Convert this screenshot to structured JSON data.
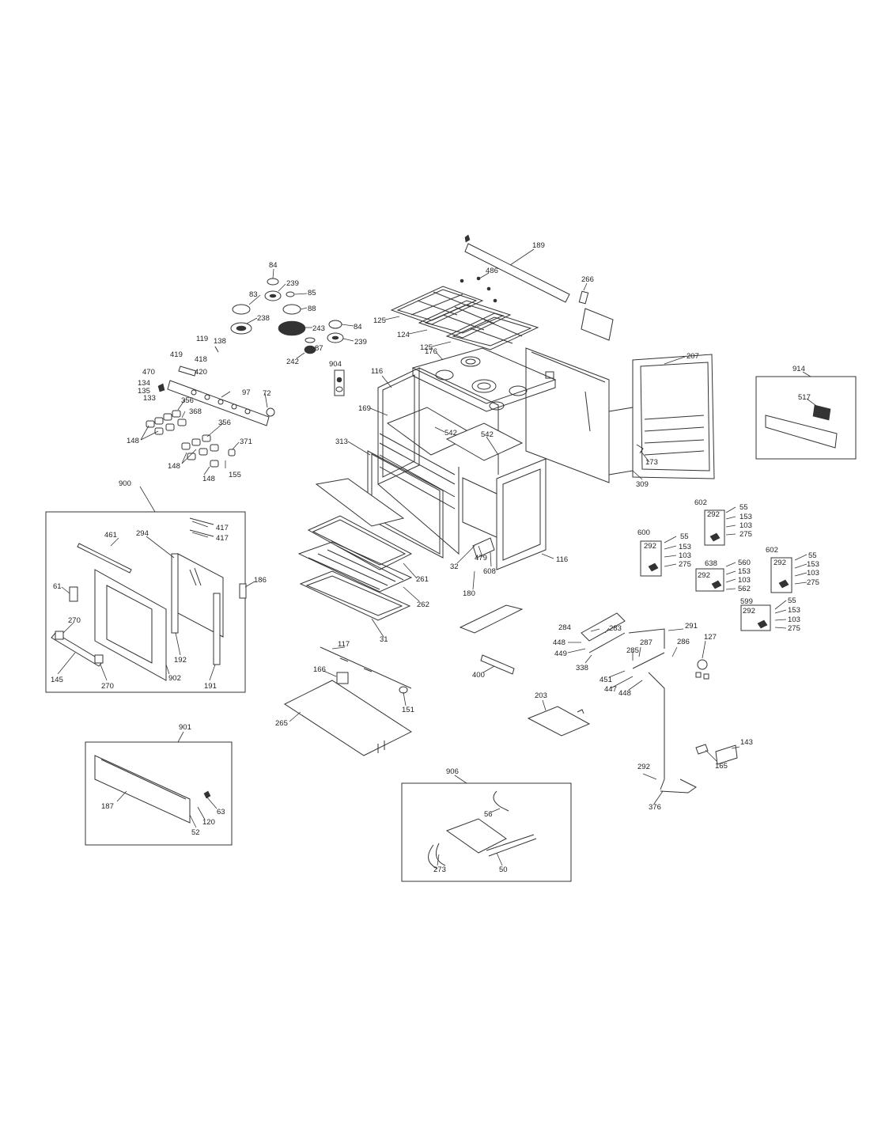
{
  "diagram": {
    "boxes": [
      {
        "id": "900",
        "label": "900"
      },
      {
        "id": "901",
        "label": "901"
      },
      {
        "id": "906",
        "label": "906"
      },
      {
        "id": "914",
        "label": "914"
      }
    ],
    "labels": {
      "189": "189",
      "486": "486",
      "266": "266",
      "125a": "125",
      "124": "124",
      "125b": "125",
      "176": "176",
      "207": "207",
      "84a": "84",
      "239a": "239",
      "85": "85",
      "83": "83",
      "88": "88",
      "238": "238",
      "243": "243",
      "84b": "84",
      "239b": "239",
      "87": "87",
      "242": "242",
      "119": "119",
      "138": "138",
      "419": "419",
      "418": "418",
      "420": "420",
      "470": "470",
      "134": "134",
      "135": "135",
      "133": "133",
      "97": "97",
      "72": "72",
      "356a": "356",
      "368": "368",
      "148a": "148",
      "356b": "356",
      "371": "371",
      "148b": "148",
      "148c": "148",
      "155": "155",
      "904": "904",
      "116a": "116",
      "169": "169",
      "542a": "542",
      "542b": "542",
      "313": "313",
      "32": "32",
      "479": "479",
      "608": "608",
      "116b": "116",
      "180": "180",
      "261": "261",
      "262": "262",
      "31": "31",
      "309": "309",
      "173": "173",
      "517": "517",
      "417a": "417",
      "417b": "417",
      "461": "461",
      "294": "294",
      "186": "186",
      "61": "61",
      "270a": "270",
      "192": "192",
      "902": "902",
      "191": "191",
      "145": "145",
      "270b": "270",
      "602a": "602",
      "55a": "55",
      "153a": "153",
      "103a": "103",
      "275a": "275",
      "292a": "292",
      "600": "600",
      "292b": "292",
      "55b": "55",
      "153b": "153",
      "103b": "103",
      "275b": "275",
      "638": "638",
      "560": "560",
      "153c": "153",
      "292c": "292",
      "103c": "103",
      "562": "562",
      "602b": "602",
      "292d": "292",
      "55c": "55",
      "153d": "153",
      "103d": "103",
      "275c": "275",
      "599": "599",
      "55d": "55",
      "292e": "292",
      "153e": "153",
      "103e": "103",
      "275d": "275",
      "284": "284",
      "283": "283",
      "291": "291",
      "448a": "448",
      "449": "449",
      "287": "287",
      "285": "285",
      "286": "286",
      "127": "127",
      "338": "338",
      "451": "451",
      "447": "447",
      "448b": "448",
      "117": "117",
      "166": "166",
      "151": "151",
      "265": "265",
      "400": "400",
      "203": "203",
      "143": "143",
      "165": "165",
      "292f": "292",
      "376": "376",
      "187": "187",
      "63": "63",
      "120": "120",
      "52": "52",
      "56": "56",
      "273": "273",
      "50": "50"
    }
  }
}
